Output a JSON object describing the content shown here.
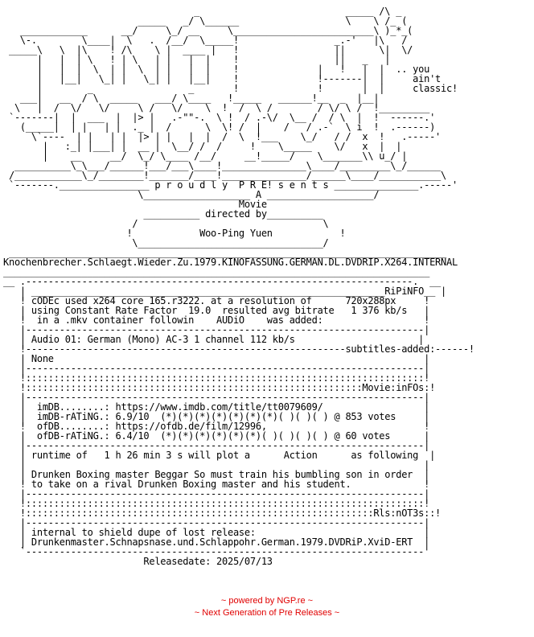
{
  "nfo_lines": [
    "                                  _                          _____ /\\ _",
    "                        _____   _/ \\______                   \\    \\ /_ (",
    "   ____________      __/     \\_/ __     \\_________________________\\ )_*_(",
    "   \\-.        \\____|  \\   .  /__/  \\_____!                 _.-'   |\\   /",
    " _____\\   \\  |\\    ! /\\    \\ |  ____ |   !                 ||      \\|  \\/",
    "      |   |  | \\   ! | \\   | |   |  |    !                 ||   _   |",
    "      |   |  |  \\  | |  \\  | |   |  |    !              |   !   |  |  .. you",
    "      |   |__|   \\_| |   \\_| |   |__|    !              !-------|  |     ain't",
    "      |        _                 _       !              !       |  |     classic!",
    "   ___|   __  / \\  _____   ___/ \\____   !_____   ______!__  _  |__|",
    "  \\   |  /  \\/   \\/     \\ /   \\/    \\  !  /  \\ /        / \\/ \\ /  !_________",
    " `-------|  |  ___  |  |> |   .-\"\"-.  \\ !  / .-\\/  \\__ /  / \\  |  !  ------.'",
    "   (_____|  | |   | |  ._ |  /      \\  \\! /  |    /   / .-`  \\ i  !  .------)",
    "     \\`----  | |   | |  |> | |   |  |  /  \\  !___    \\_/   / /  x  !   .-----'",
    "       |   :_| |___| |  __ |  \\__/ /  /     !    \\_____    \\/   x  |  |",
    "       |    __     __/  \\_/ \\____ /__/     __!_____/    \\_______\\\\ u_/ |",
    "  __________\\_\\___/______!___/___\\____!_______________\\____/_________\\_/______",
    " /____________\\_/________!_______/____!_______________/______\\____/___________\\",
    " `-------.________________ p r o u d l y  P R E! s e n t s _______________.-----'",
    "                        \\___________________ A ___________________/",
    "                                          Movie",
    "                         __________ directed by__________",
    "                       /                                 \\",
    "                      !            Woo-Ping Yuen            !",
    "                       \\_________________________________/",
    " ______________________________________________________________________________",
    "Knochenbrecher.Schlaegt.Wieder.Zu.1979.KINOFASSUNG.GERMAN.DL.DVDRIP.X264.INTERNAL",
    "____________________________________________________________________________",
    "__ .---------------------------------------------------------------------.  __",
    "   | _______________________________________________________________RiPiNFO__ |",
    "   ! cODEc used x264 core 165.r3222. at a resolution of      720x288px     !",
    "   | using Constant Rate Factor  19.0  resulted avg bitrate   1 376 kb/s   |",
    "   !  in a .mkv container followin    AUDiO    was added:                  !",
    "   |-----------------------------------------------------------------------|",
    "   | Audio 01: German (Mono) AC-3 1 channel 112 kb/s                      |",
    "   !---------------------------------------------------------subtitles-added:------!",
    "   | None                                                                  |",
    "   |-----------------------------------------------------------------------|",
    "   !:::::::::::::::::::::::::::::::::::::::::::::::::::::::::::::::::::::::!",
    "   !::::::::::::::::::::::::::::::::::::::::::::::::::::::::::::Movie:inFOs:!",
    "   |-----------------------------------------------------------------------|",
    "   |  imDB........: https://www.imdb.com/title/tt0079609/                  |",
    "   |  imDB-rATiNG.: 6.9/10  (*)(*)(*)(*)(*)(*)(*)( )( )( ) @ 853 votes     |",
    "   !  ofDB........: https://ofdb.de/film/12996,                            !",
    "   |  ofDB-rATiNG.: 6.4/10  (*)(*)(*)(*)(*)(*)( )( )( )( ) @ 60 votes      |",
    "   |-----------------------------------------------------------------------|",
    "   | runtime of   1 h 26 min 3 s will plot a      Action      as following  |",
    "   |                                                                       |",
    "   | Drunken Boxing master Beggar So must train his bumbling son in order  |",
    "   ! to take on a rival Drunken Boxing master and his student.             !",
    "   |-----------------------------------------------------------------------|",
    "   !:::::::::::::::::::::::::::::::::::::::::::::::::::::::::::::::::::::::!",
    "   !::::::::::::::::::::::::::::::::::::::::::::::::::::::::::::::Rls:nOT3s::!",
    "   |-----------------------------------------------------------------------|",
    "   | internal to shield dupe of lost release:                              |",
    "   | Drunkenmaster.Schnapsnase.und.Schlappohr.German.1979.DVDRiP.XviD-ERT  |",
    "   `-----------------------------------------------------------------------'",
    "                         Releasedate: 2025/07/13"
  ],
  "footer": {
    "powered_by": "~ powered by NGP.re ~",
    "tagline": "~ Next Generation of Pre Releases ~"
  },
  "colors": {
    "text": "#000000",
    "background": "#ffffff",
    "footer": "#e00000"
  }
}
